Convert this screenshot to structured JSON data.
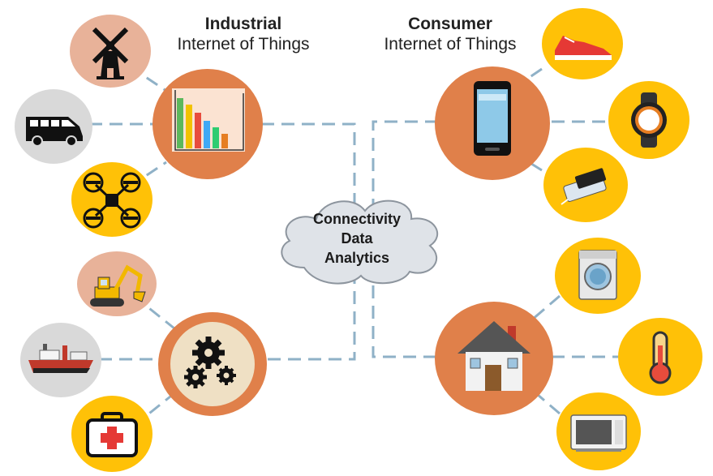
{
  "titles": {
    "industrial": {
      "bold": "Industrial",
      "rest": "Internet of Things"
    },
    "consumer": {
      "bold": "Consumer",
      "rest": "Internet of Things"
    }
  },
  "cloud": {
    "lines": [
      "Connectivity",
      "Data",
      "Analytics"
    ]
  },
  "colors": {
    "hub": "#e0804a",
    "yellow": "#ffc107",
    "peach": "#e8b299",
    "grey": "#d9d9d9",
    "gear_hub_inner": "#efe0c4",
    "connector": "#8fb1c7",
    "cloud_fill": "#dfe3e8",
    "cloud_stroke": "#8d959e"
  },
  "icons": {
    "industrial_hub": "bar-chart-icon",
    "factory_hub": "gears-icon",
    "consumer_hub": "smartphone-icon",
    "home_hub": "house-icon",
    "windmill": "windmill-icon",
    "van": "van-icon",
    "drone": "drone-icon",
    "excavator": "excavator-icon",
    "ship": "ship-icon",
    "medkit": "first-aid-kit-icon",
    "shoe": "sneaker-icon",
    "watch": "smartwatch-icon",
    "powerbank": "power-bank-icon",
    "washer": "washing-machine-icon",
    "thermometer": "thermometer-icon",
    "microwave": "microwave-icon"
  }
}
